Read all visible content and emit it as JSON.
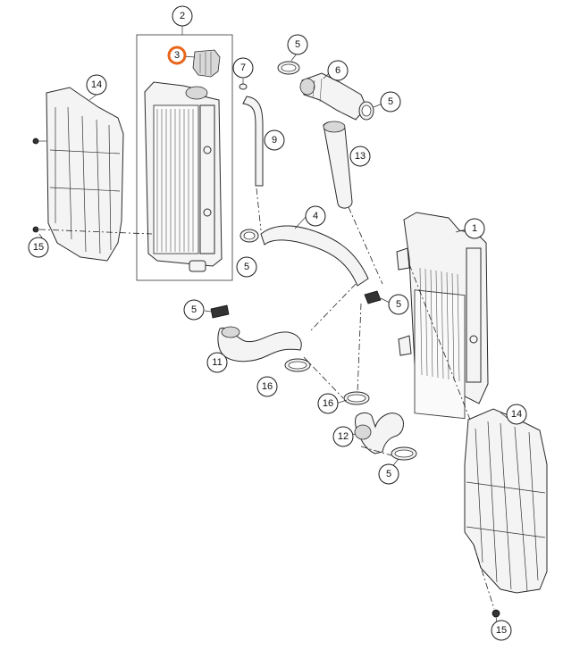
{
  "callouts": {
    "c2": "2",
    "c3": "3",
    "c14a": "14",
    "c15a": "15",
    "c7": "7",
    "c9": "9",
    "c5a": "5",
    "c6": "6",
    "c5b": "5",
    "c13": "13",
    "c4": "4",
    "c5c": "5",
    "c1": "1",
    "c5d": "5",
    "c5e": "5",
    "c11": "11",
    "c16a": "16",
    "c16b": "16",
    "c12": "12",
    "c5f": "5",
    "c14b": "14",
    "c15b": "15"
  },
  "colors": {
    "highlight": "#e8651a",
    "line": "#1a1a1a"
  },
  "highlighted_part": "3"
}
